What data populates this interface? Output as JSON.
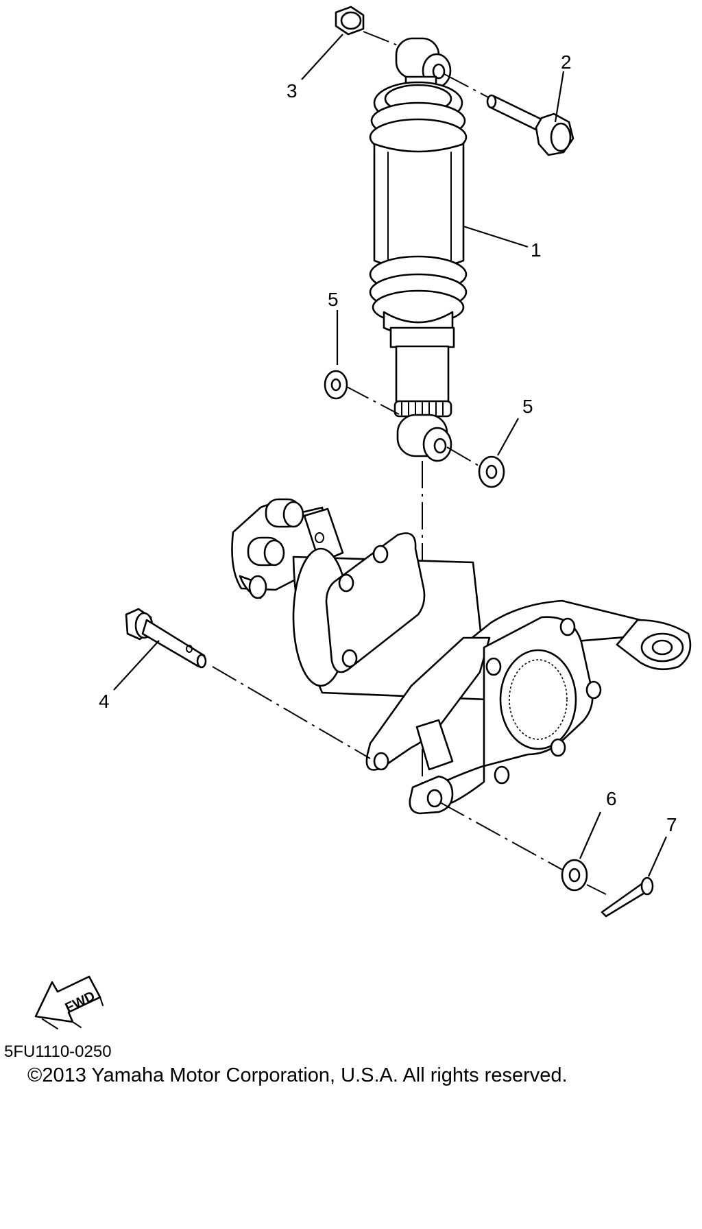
{
  "diagram": {
    "callouts": [
      {
        "id": "part-1",
        "number": "1"
      },
      {
        "id": "part-2",
        "number": "2"
      },
      {
        "id": "part-3",
        "number": "3"
      },
      {
        "id": "part-4",
        "number": "4"
      },
      {
        "id": "part-5a",
        "number": "5"
      },
      {
        "id": "part-5b",
        "number": "5"
      },
      {
        "id": "part-6",
        "number": "6"
      },
      {
        "id": "part-7",
        "number": "7"
      }
    ],
    "direction_arrow_label": "FWD"
  },
  "footer": {
    "diagram_code": "5FU1110-0250",
    "copyright": "©2013 Yamaha Motor Corporation, U.S.A. All rights reserved."
  }
}
